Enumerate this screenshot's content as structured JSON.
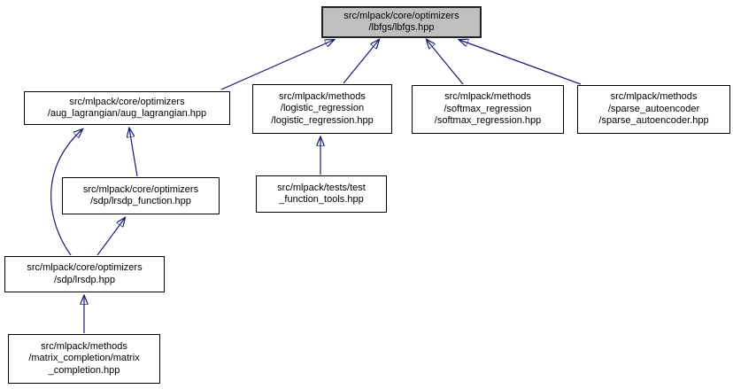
{
  "diagram": {
    "type": "include-dependency-graph",
    "background_color": "#ffffff",
    "edge_color": "#191970",
    "node_fill": "#ffffff",
    "node_border": "#000000",
    "highlight_fill": "#bfbfbf",
    "nodes": [
      {
        "id": "lbfgs",
        "label": "src/mlpack/core/optimizers\n/lbfgs/lbfgs.hpp",
        "highlighted": true
      },
      {
        "id": "aug_lagrangian",
        "label": "src/mlpack/core/optimizers\n/aug_lagrangian/aug_lagrangian.hpp",
        "highlighted": false
      },
      {
        "id": "logistic_regression",
        "label": "src/mlpack/methods\n/logistic_regression\n/logistic_regression.hpp",
        "highlighted": false
      },
      {
        "id": "softmax_regression",
        "label": "src/mlpack/methods\n/softmax_regression\n/softmax_regression.hpp",
        "highlighted": false
      },
      {
        "id": "sparse_autoencoder",
        "label": "src/mlpack/methods\n/sparse_autoencoder\n/sparse_autoencoder.hpp",
        "highlighted": false
      },
      {
        "id": "lrsdp_function",
        "label": "src/mlpack/core/optimizers\n/sdp/lrsdp_function.hpp",
        "highlighted": false
      },
      {
        "id": "test_function_tools",
        "label": "src/mlpack/tests/test\n_function_tools.hpp",
        "highlighted": false
      },
      {
        "id": "lrsdp",
        "label": "src/mlpack/core/optimizers\n/sdp/lrsdp.hpp",
        "highlighted": false
      },
      {
        "id": "matrix_completion",
        "label": "src/mlpack/methods\n/matrix_completion/matrix\n_completion.hpp",
        "highlighted": false
      }
    ],
    "edges": [
      {
        "from": "aug_lagrangian",
        "to": "lbfgs"
      },
      {
        "from": "logistic_regression",
        "to": "lbfgs"
      },
      {
        "from": "softmax_regression",
        "to": "lbfgs"
      },
      {
        "from": "sparse_autoencoder",
        "to": "lbfgs"
      },
      {
        "from": "lrsdp_function",
        "to": "aug_lagrangian"
      },
      {
        "from": "lrsdp",
        "to": "aug_lagrangian"
      },
      {
        "from": "lrsdp",
        "to": "lrsdp_function"
      },
      {
        "from": "test_function_tools",
        "to": "logistic_regression"
      },
      {
        "from": "matrix_completion",
        "to": "lrsdp"
      }
    ]
  }
}
